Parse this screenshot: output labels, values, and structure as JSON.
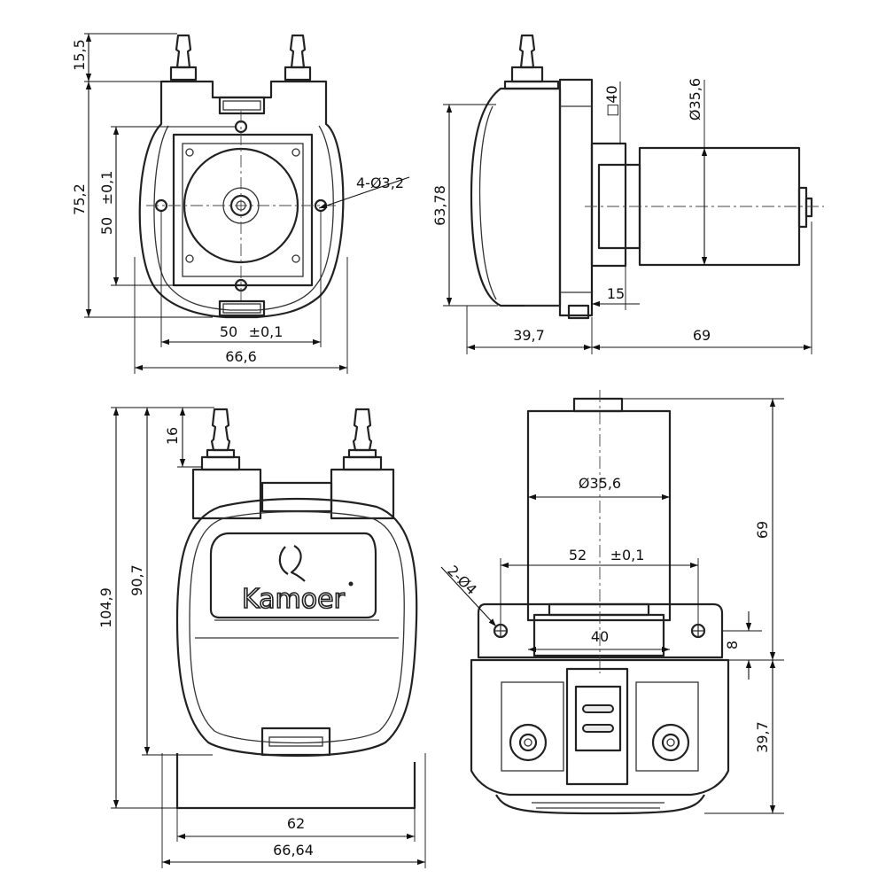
{
  "brand": {
    "logo_text": "Kamoer"
  },
  "views": {
    "front": {
      "height_inlet": "15,5",
      "height_total": "75,2",
      "hole_spacing_v": "50",
      "hole_spacing_v_tol": "±0,1",
      "holes": "4-Ø3,2",
      "hole_spacing_h": "50",
      "hole_spacing_h_tol": "±0,1",
      "width": "66,6"
    },
    "side": {
      "square": "□40",
      "diameter": "Ø35,6",
      "height": "63,78",
      "flange": "15",
      "head_depth": "39,7",
      "motor_length": "69"
    },
    "back": {
      "inlet": "16",
      "height_body": "90,7",
      "height_total": "104,9",
      "base_width": "62",
      "width": "66,64"
    },
    "top": {
      "diameter": "Ø35,6",
      "hole_spacing": "52",
      "hole_spacing_tol": "±0,1",
      "holes": "2-Ø4",
      "square": "40",
      "flange": "8",
      "motor_length": "69",
      "head_depth": "39,7"
    }
  }
}
